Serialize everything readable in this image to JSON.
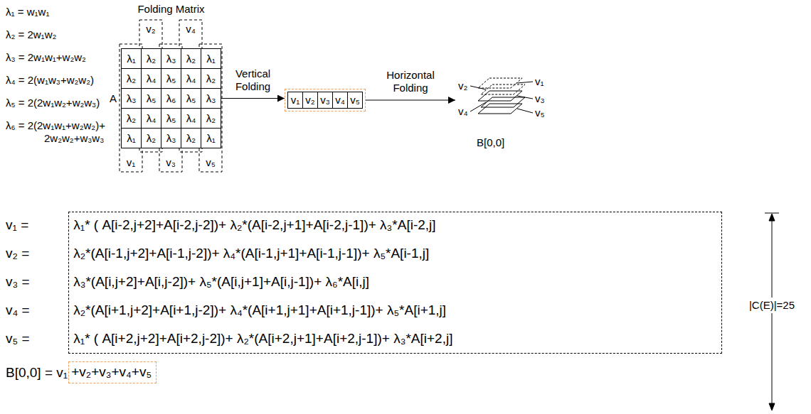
{
  "diagram": {
    "nodes": [
      {
        "text": [
          "Folding Matrix",
          "λ₁",
          "λ₂",
          "λ₃",
          "λ₂",
          "λ₁",
          "λ₂",
          "λ₄",
          "λ₅",
          "λ₄",
          "λ₂",
          "λ₃",
          "λ₅",
          "λ₆",
          "λ₅",
          "λ₃",
          "λ₂",
          "λ₄",
          "λ₅",
          "λ₄",
          "λ₂",
          "λ₁",
          "λ₂",
          "λ₃",
          "λ₂",
          "λ₁"
        ]
      },
      {
        "text": [
          "v₁",
          "v₂",
          "v₃",
          "v₄",
          "v₅"
        ]
      },
      {
        "text": [
          "v₁",
          "v₂",
          "v₃",
          "v₄",
          "v₅",
          "B[0,0]"
        ]
      },
      {
        "text": [
          "λ₁* ( A[i-2,j+2]+A[i-2,j-2])+ λ₂*(A[i-2,j+1]+A[i-2,j-1])+ λ₃*A[i-2,j]",
          "λ₂*(A[i-1,j+2]+A[i-1,j-2])+ λ₄*(A[i-1,j+1]+A[i-1,j-1])+ λ₅*A[i-1,j]",
          "λ₃*(A[i,j+2]+A[i,j-2])+ λ₅*(A[i,j+1]+A[i,j-1])+ λ₆*A[i,j]",
          "λ₂*(A[i+1,j+2]+A[i+1,j-2])+ λ₄*(A[i+1,j+1]+A[i+1,j-1])+ λ₅*A[i+1,j]",
          "λ₁* ( A[i+2,j+2]+A[i+2,j-2])+ λ₂*(A[i+2,j+1]+A[i+2,j-1])+ λ₃*A[i+2,j]"
        ]
      },
      {
        "text": [
          "+v₂+v₃+v₄+v₅"
        ]
      }
    ],
    "edges": [
      {
        "from": 0,
        "to": 1,
        "arrow": "to",
        "label": "Vertical Folding"
      },
      {
        "from": 1,
        "to": 2,
        "arrow": "to",
        "label": "Horizontal Folding"
      }
    ],
    "labels": [
      "λ₁ = w₁w₁",
      "λ₂ = 2w₁w₂",
      "λ₃ = 2w₁w₁+w₂w₂",
      "λ₄ = 2(w₁w₃+w₂w₂)",
      "λ₅ = 2(2w₁w₂+w₂w₃)",
      "λ₆ = 2(2w₁w₁+w₂w₂)+ 2w₂w₂+w₃w₃",
      "A",
      "v₂",
      "v₄",
      "v₁",
      "v₃",
      "v₅",
      "v₁ =",
      "v₂ =",
      "v₃ =",
      "v₄ =",
      "v₅ =",
      "B[0,0] = v₁",
      "|C(E)|=25"
    ]
  }
}
